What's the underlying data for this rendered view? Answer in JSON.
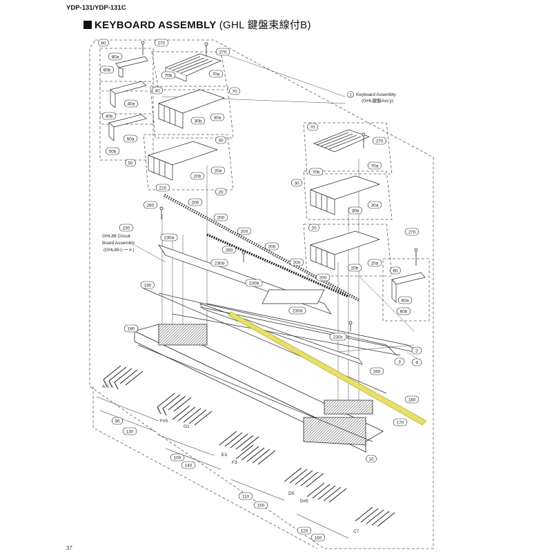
{
  "header": {
    "model": "YDP-131/YDP-131C",
    "title": "KEYBOARD ASSEMBLY",
    "subtitle": "(GHL 鍵盤束線付B)"
  },
  "assembly_notes": {
    "keyboard_assembly_num": "1",
    "keyboard_assembly_en": "Keyboard Assembly",
    "keyboard_assembly_jp": "(GHL鍵盤Ass'y)",
    "circuit_board_num": "230",
    "circuit_board_en_1": "GHL88 Circuit",
    "circuit_board_en_2": "Board Assembly",
    "circuit_board_jp": "(GHL88シート)"
  },
  "callouts": [
    {
      "id": "c80",
      "label": "80"
    },
    {
      "id": "c270a",
      "label": "270"
    },
    {
      "id": "c270b",
      "label": "270"
    },
    {
      "id": "c80a",
      "label": "80a"
    },
    {
      "id": "c80b",
      "label": "80b"
    },
    {
      "id": "c70a_top",
      "label": "70a"
    },
    {
      "id": "c70b_top",
      "label": "70b"
    },
    {
      "id": "c70_top",
      "label": "70"
    },
    {
      "id": "c40",
      "label": "40"
    },
    {
      "id": "c40a",
      "label": "40a"
    },
    {
      "id": "c40b",
      "label": "40b"
    },
    {
      "id": "c30a_top",
      "label": "30a"
    },
    {
      "id": "c30b_top",
      "label": "30b"
    },
    {
      "id": "c30_top",
      "label": "30"
    },
    {
      "id": "c50a",
      "label": "50a"
    },
    {
      "id": "c50b",
      "label": "50b"
    },
    {
      "id": "c50",
      "label": "50"
    },
    {
      "id": "c20a_top",
      "label": "20a"
    },
    {
      "id": "c20b_top",
      "label": "20b"
    },
    {
      "id": "c20_top",
      "label": "20"
    },
    {
      "id": "c70_r",
      "label": "70"
    },
    {
      "id": "c270_r",
      "label": "270"
    },
    {
      "id": "c70b_r",
      "label": "70b"
    },
    {
      "id": "c70a_r",
      "label": "70a"
    },
    {
      "id": "c30_r",
      "label": "30"
    },
    {
      "id": "c30b_r",
      "label": "30b"
    },
    {
      "id": "c30a_r",
      "label": "30a"
    },
    {
      "id": "c210",
      "label": "210"
    },
    {
      "id": "c200a",
      "label": "200"
    },
    {
      "id": "c200b",
      "label": "200"
    },
    {
      "id": "c200c",
      "label": "200"
    },
    {
      "id": "c200d",
      "label": "200"
    },
    {
      "id": "c200e",
      "label": "200"
    },
    {
      "id": "c200f",
      "label": "200"
    },
    {
      "id": "c260a",
      "label": "260"
    },
    {
      "id": "c230",
      "label": "230"
    },
    {
      "id": "c230a",
      "label": "230a"
    },
    {
      "id": "c260b",
      "label": "260"
    },
    {
      "id": "c230d_l",
      "label": "230d"
    },
    {
      "id": "c230b",
      "label": "230b"
    },
    {
      "id": "c20_r",
      "label": "20"
    },
    {
      "id": "c20b_r",
      "label": "20b"
    },
    {
      "id": "c20a_r",
      "label": "20a"
    },
    {
      "id": "c270_60",
      "label": "270"
    },
    {
      "id": "c60",
      "label": "60"
    },
    {
      "id": "c60a",
      "label": "60a"
    },
    {
      "id": "c60b",
      "label": "60b"
    },
    {
      "id": "c190a",
      "label": "190"
    },
    {
      "id": "c230d",
      "label": "230d"
    },
    {
      "id": "c230c",
      "label": "230c"
    },
    {
      "id": "c260c",
      "label": "260"
    },
    {
      "id": "c2",
      "label": "2"
    },
    {
      "id": "c3",
      "label": "3"
    },
    {
      "id": "c4",
      "label": "4"
    },
    {
      "id": "c190b",
      "label": "190"
    },
    {
      "id": "c180",
      "label": "180"
    },
    {
      "id": "c170",
      "label": "170"
    },
    {
      "id": "c90",
      "label": "90"
    },
    {
      "id": "c130",
      "label": "130"
    },
    {
      "id": "c100",
      "label": "100"
    },
    {
      "id": "c140",
      "label": "140"
    },
    {
      "id": "c10",
      "label": "10"
    },
    {
      "id": "c110",
      "label": "110"
    },
    {
      "id": "c150",
      "label": "150"
    },
    {
      "id": "c120",
      "label": "120"
    },
    {
      "id": "c160",
      "label": "160"
    }
  ],
  "note_labels": [
    {
      "id": "nA",
      "label": "A-1"
    },
    {
      "id": "nF",
      "label": "F#5"
    },
    {
      "id": "nG1",
      "label": "G1"
    },
    {
      "id": "nE3",
      "label": "E3"
    },
    {
      "id": "nF3",
      "label": "F3"
    },
    {
      "id": "nD5",
      "label": "D5"
    },
    {
      "id": "nDs5",
      "label": "D#5"
    },
    {
      "id": "nC7",
      "label": "C7"
    }
  ],
  "colors": {
    "line": "#333333",
    "highlight": "#e6de6e",
    "highlight_edge": "#b9b028",
    "dash": "#555555"
  },
  "page_number": "37"
}
